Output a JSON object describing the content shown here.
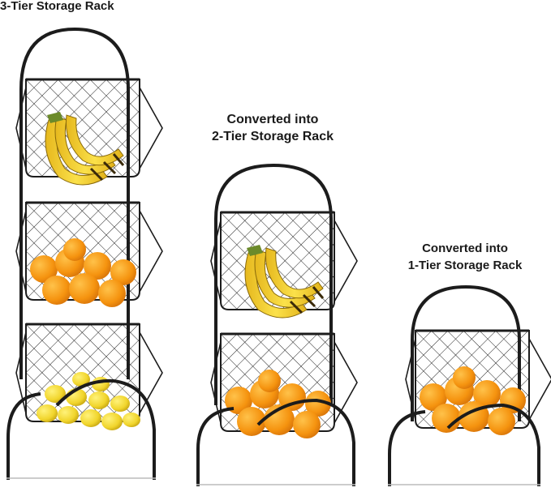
{
  "captions": {
    "three_tier": {
      "line1": "3-Tier Storage Rack"
    },
    "two_tier": {
      "line1": "Converted into",
      "line2": "2-Tier Storage Rack"
    },
    "one_tier": {
      "line1": "Converted into",
      "line2": "1-Tier Storage Rack"
    }
  },
  "colors": {
    "frame": "#1c1c1c",
    "banana": "#f2cf2a",
    "orange": "#f59a12",
    "lime": "#d9d23a",
    "background": "#ffffff"
  }
}
